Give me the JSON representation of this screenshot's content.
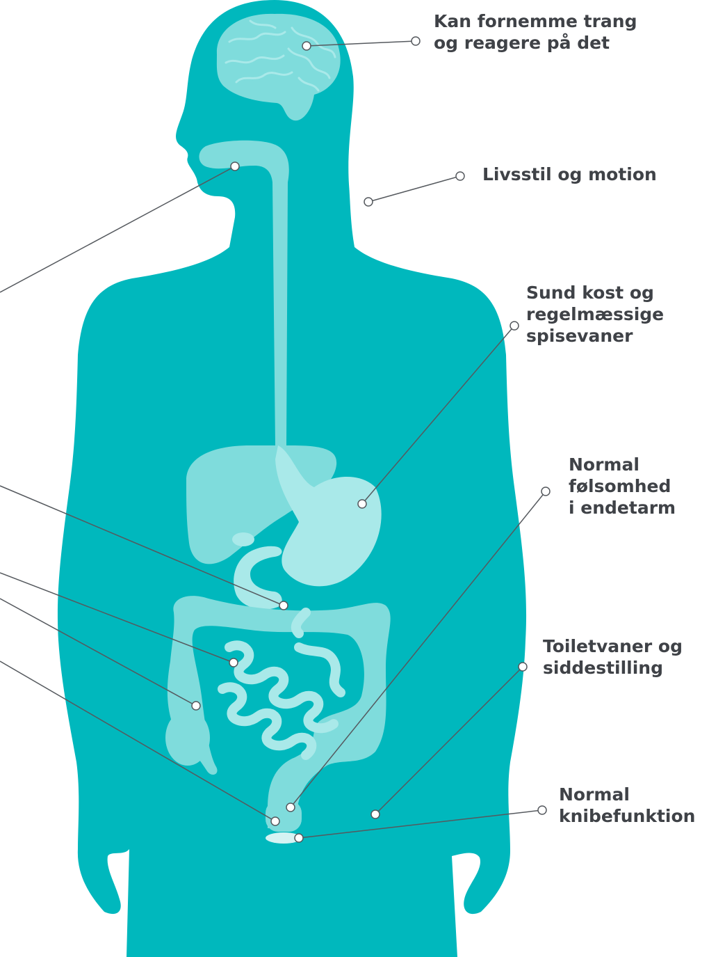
{
  "colors": {
    "body": "#00b8bd",
    "organ": "#7fdcdc",
    "organ_light": "#a9e9e9",
    "brain_line": "#5cc9cc",
    "leader": "#55595e",
    "text": "#3f4247"
  },
  "labels": {
    "brain": "Kan fornemme trang\nog reagere på det",
    "lifestyle": "Livsstil og motion",
    "diet": "Sund kost og\nregelmæssige\nspisevaner",
    "rectal_sensitivity": "Normal\nfølsomhed\ni endetarm",
    "toilet_habits": "Toiletvaner og\nsiddestilling",
    "pinch_function": "Normal\nknibefunktion"
  }
}
